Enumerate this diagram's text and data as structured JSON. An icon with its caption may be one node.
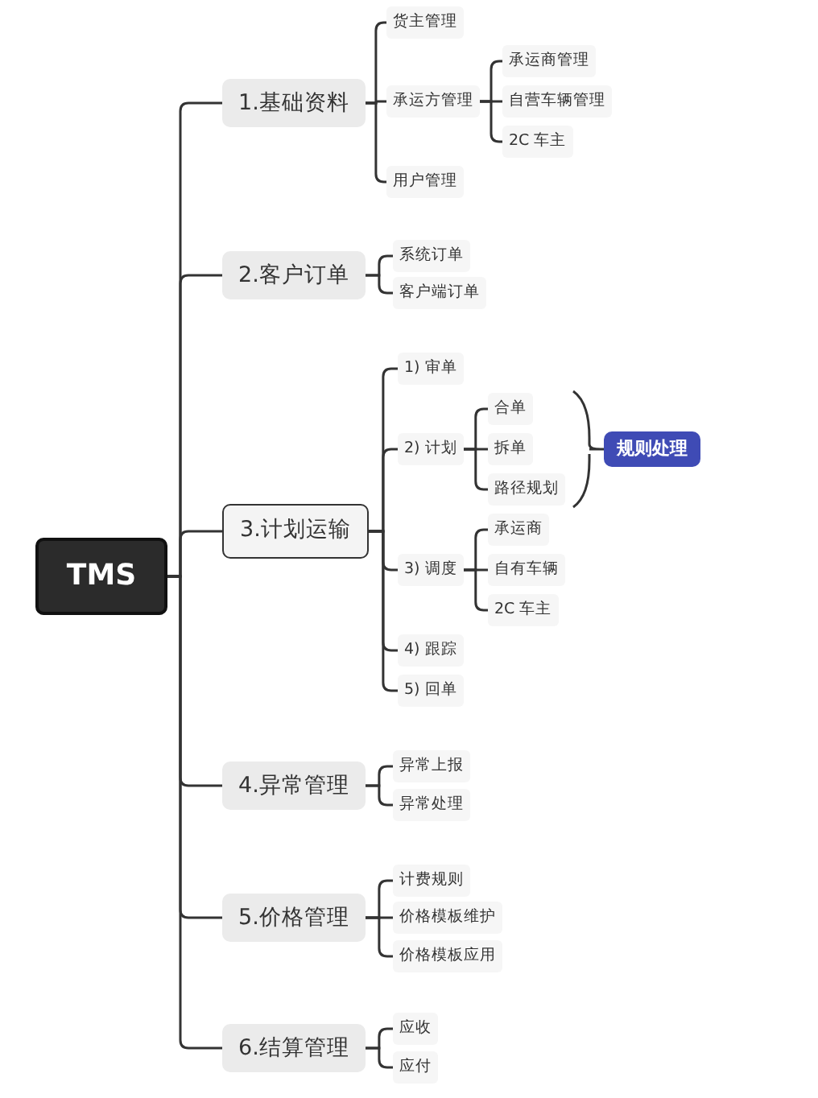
{
  "diagram": {
    "nodes": [
      {
        "text": [
          "TMS"
        ]
      },
      {
        "text": [
          "1.基础资料"
        ]
      },
      {
        "text": [
          "货主管理"
        ]
      },
      {
        "text": [
          "承运方管理"
        ]
      },
      {
        "text": [
          "承运商管理"
        ]
      },
      {
        "text": [
          "自营车辆管理"
        ]
      },
      {
        "text": [
          "2C 车主"
        ]
      },
      {
        "text": [
          "用户管理"
        ]
      },
      {
        "text": [
          "2.客户订单"
        ]
      },
      {
        "text": [
          "系统订单"
        ]
      },
      {
        "text": [
          "客户端订单"
        ]
      },
      {
        "text": [
          "3.计划运输"
        ]
      },
      {
        "text": [
          "1) 审单"
        ]
      },
      {
        "text": [
          "2) 计划"
        ]
      },
      {
        "text": [
          "合单"
        ]
      },
      {
        "text": [
          "拆单"
        ]
      },
      {
        "text": [
          "路径规划"
        ]
      },
      {
        "text": [
          "规则处理"
        ]
      },
      {
        "text": [
          "3) 调度"
        ]
      },
      {
        "text": [
          "承运商"
        ]
      },
      {
        "text": [
          "自有车辆"
        ]
      },
      {
        "text": [
          "2C 车主"
        ]
      },
      {
        "text": [
          "4) 跟踪"
        ]
      },
      {
        "text": [
          "5) 回单"
        ]
      },
      {
        "text": [
          "4.异常管理"
        ]
      },
      {
        "text": [
          "异常上报"
        ]
      },
      {
        "text": [
          "异常处理"
        ]
      },
      {
        "text": [
          "5.价格管理"
        ]
      },
      {
        "text": [
          "计费规则"
        ]
      },
      {
        "text": [
          "价格模板维护"
        ]
      },
      {
        "text": [
          "价格模板应用"
        ]
      },
      {
        "text": [
          "6.结算管理"
        ]
      },
      {
        "text": [
          "应收"
        ]
      },
      {
        "text": [
          "应付"
        ]
      }
    ],
    "edges": [
      {
        "from": 0,
        "to": 1,
        "arrow": "none"
      },
      {
        "from": 0,
        "to": 8,
        "arrow": "none"
      },
      {
        "from": 0,
        "to": 11,
        "arrow": "none"
      },
      {
        "from": 0,
        "to": 24,
        "arrow": "none"
      },
      {
        "from": 0,
        "to": 27,
        "arrow": "none"
      },
      {
        "from": 0,
        "to": 31,
        "arrow": "none"
      },
      {
        "from": 1,
        "to": 2,
        "arrow": "none"
      },
      {
        "from": 1,
        "to": 3,
        "arrow": "none"
      },
      {
        "from": 1,
        "to": 7,
        "arrow": "none"
      },
      {
        "from": 3,
        "to": 4,
        "arrow": "none"
      },
      {
        "from": 3,
        "to": 5,
        "arrow": "none"
      },
      {
        "from": 3,
        "to": 6,
        "arrow": "none"
      },
      {
        "from": 8,
        "to": 9,
        "arrow": "none"
      },
      {
        "from": 8,
        "to": 10,
        "arrow": "none"
      },
      {
        "from": 11,
        "to": 12,
        "arrow": "none"
      },
      {
        "from": 11,
        "to": 13,
        "arrow": "none"
      },
      {
        "from": 11,
        "to": 18,
        "arrow": "none"
      },
      {
        "from": 11,
        "to": 22,
        "arrow": "none"
      },
      {
        "from": 11,
        "to": 23,
        "arrow": "none"
      },
      {
        "from": 13,
        "to": 14,
        "arrow": "none"
      },
      {
        "from": 13,
        "to": 15,
        "arrow": "none"
      },
      {
        "from": 13,
        "to": 16,
        "arrow": "none"
      },
      {
        "from": 18,
        "to": 19,
        "arrow": "none"
      },
      {
        "from": 18,
        "to": 20,
        "arrow": "none"
      },
      {
        "from": 18,
        "to": 21,
        "arrow": "none"
      },
      {
        "from": 24,
        "to": 25,
        "arrow": "none"
      },
      {
        "from": 24,
        "to": 26,
        "arrow": "none"
      },
      {
        "from": 27,
        "to": 28,
        "arrow": "none"
      },
      {
        "from": 27,
        "to": 29,
        "arrow": "none"
      },
      {
        "from": 27,
        "to": 30,
        "arrow": "none"
      },
      {
        "from": 31,
        "to": 32,
        "arrow": "none"
      },
      {
        "from": 31,
        "to": 33,
        "arrow": "none"
      }
    ]
  }
}
